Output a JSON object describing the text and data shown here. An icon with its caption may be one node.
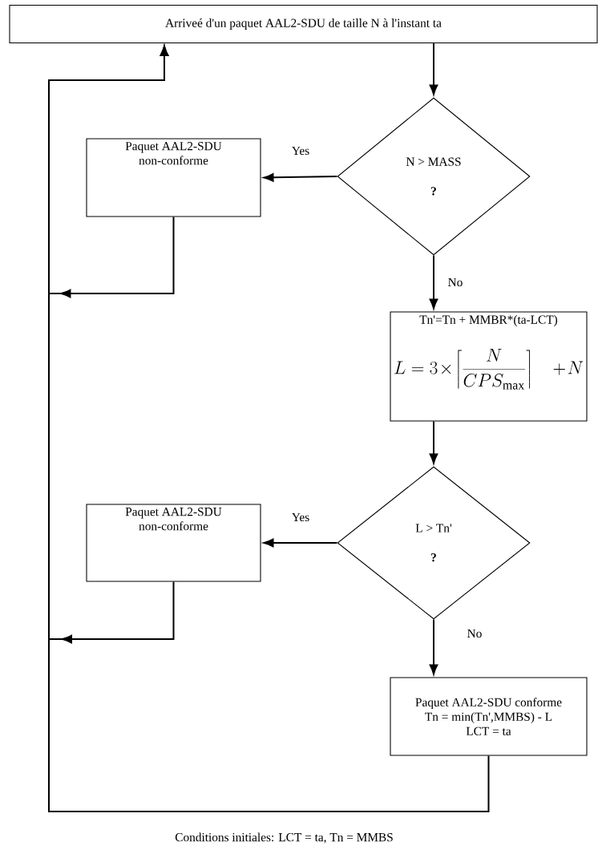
{
  "diagram": {
    "nodes": [
      {
        "text": [
          "Arriveé d'un paquet AAL2-SDU de taille N à l'instant ta"
        ]
      },
      {
        "text": [
          "N > MASS",
          "?"
        ]
      },
      {
        "text": [
          "Paquet AAL2-SDU non-conforme"
        ]
      },
      {
        "text": [
          "Tn'=Tn + MMBR*(ta-LCT)",
          "L=3\\times\\left\\lceil\\frac{N}{CPS_{\\mathrm{max}}}\\right\\rceil\\quad+N"
        ]
      },
      {
        "text": [
          "L > Tn'",
          "?"
        ]
      },
      {
        "text": [
          "Paquet AAL2-SDU non-conforme"
        ]
      },
      {
        "text": [
          "Paquet AAL2-SDU conforme",
          "Tn  = min(Tn',MMBS) - L",
          "LCT = ta"
        ]
      }
    ],
    "edges": [
      {
        "from": 0,
        "to": 1,
        "arrow": "to"
      },
      {
        "from": 1,
        "to": 2,
        "arrow": "to",
        "label": "Yes"
      },
      {
        "from": 1,
        "to": 3,
        "arrow": "to",
        "label": "No"
      },
      {
        "from": 3,
        "to": 4,
        "arrow": "to"
      },
      {
        "from": 4,
        "to": 5,
        "arrow": "to",
        "label": "Yes"
      },
      {
        "from": 4,
        "to": 6,
        "arrow": "to",
        "label": "No"
      },
      {
        "from": 6,
        "to": 0,
        "arrow": "to"
      },
      {
        "from": 2,
        "to": 0,
        "arrow": "to"
      },
      {
        "from": 5,
        "to": 0,
        "arrow": "to"
      }
    ],
    "labels": [
      "Conditions initiales: LCT = ta,  Tn = MMBS"
    ]
  }
}
